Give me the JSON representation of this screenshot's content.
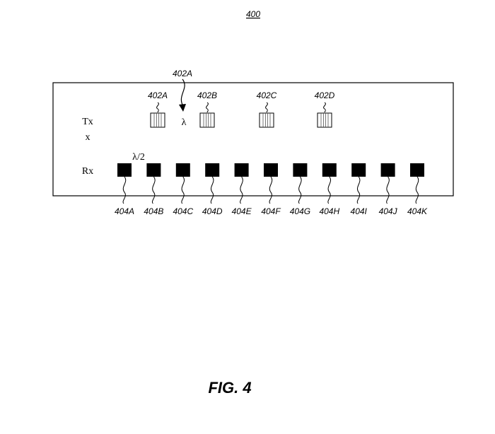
{
  "figure_ref": "400",
  "figure_caption": "FIG. 4",
  "arrow_label": "402A",
  "lambda": "λ",
  "half_lambda": "λ/2",
  "row_labels": {
    "tx": "Tx",
    "axis": "x",
    "rx": "Rx"
  },
  "tx_elements": [
    "402A",
    "402B",
    "402C",
    "402D"
  ],
  "rx_elements": [
    "404A",
    "404B",
    "404C",
    "404D",
    "404E",
    "404F",
    "404G",
    "404H",
    "404I",
    "404J",
    "404K"
  ]
}
